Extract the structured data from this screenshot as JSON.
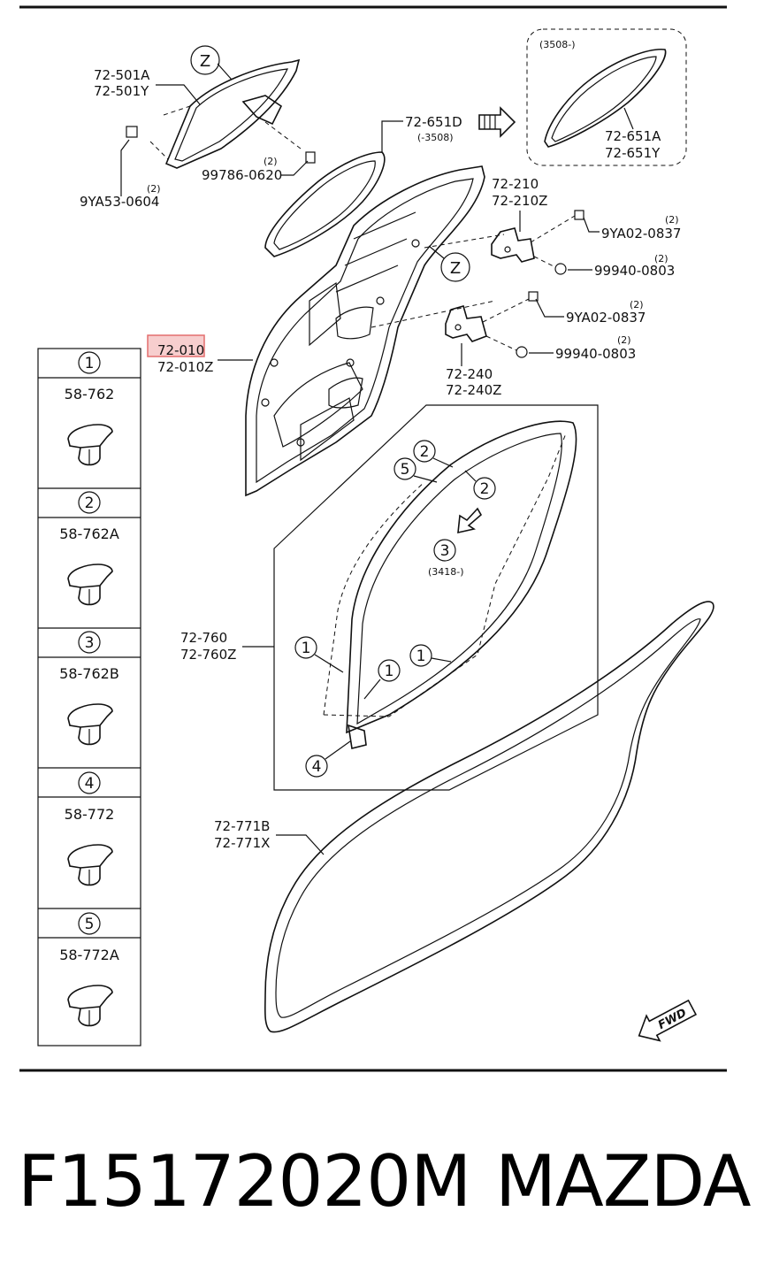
{
  "callouts": {
    "rear_window_glass": [
      "72-501A",
      "72-501Y"
    ],
    "window_seal": [
      "72-651D",
      "(-3508)"
    ],
    "window_seal_alt_note": "(3508-)",
    "window_seal_alt": [
      "72-651A",
      "72-651Y"
    ],
    "bolt_upper": "9YA53-0604",
    "bolt_upper_qty": "(2)",
    "screw_upper": "99786-0620",
    "screw_upper_qty": "(2)",
    "door_panel_selected": "72-010",
    "door_panel_alt": "72-010Z",
    "hinge_upper": [
      "72-210",
      "72-210Z"
    ],
    "hinge_lower": [
      "72-240",
      "72-240Z"
    ],
    "bolt_hinge_upper": "9YA02-0837",
    "bolt_hinge_upper_qty": "(2)",
    "nut_hinge_upper": "99940-0803",
    "nut_hinge_upper_qty": "(2)",
    "bolt_hinge_lower": "9YA02-0837",
    "bolt_hinge_lower_qty": "(2)",
    "nut_hinge_lower": "99940-0803",
    "nut_hinge_lower_qty": "(2)",
    "weatherstrip_door": [
      "72-760",
      "72-760Z"
    ],
    "weatherstrip_note": "(3418-)",
    "weatherstrip_body": [
      "72-771B",
      "72-771X"
    ],
    "fwd": "FWD",
    "detail_mark": "Z"
  },
  "legend": [
    {
      "num": "1",
      "part": "58-762"
    },
    {
      "num": "2",
      "part": "58-762A"
    },
    {
      "num": "3",
      "part": "58-762B"
    },
    {
      "num": "4",
      "part": "58-772"
    },
    {
      "num": "5",
      "part": "58-772A"
    }
  ],
  "clip_markers": [
    "2",
    "5",
    "2",
    "3",
    "1",
    "1",
    "1",
    "4"
  ],
  "footer": {
    "part_number": "F15172020M",
    "brand": "MAZDA"
  },
  "colors": {
    "highlight_fill": "#f6c6c6",
    "highlight_stroke": "#e05555",
    "ink": "#111111"
  }
}
